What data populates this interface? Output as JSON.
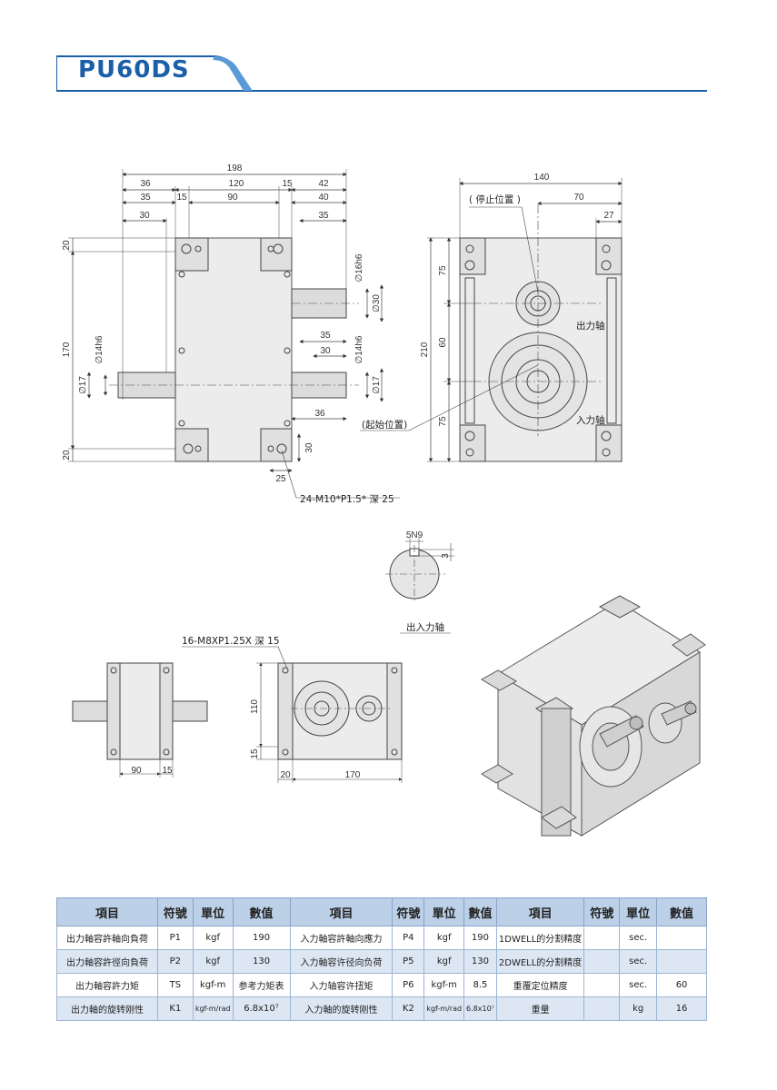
{
  "header": {
    "model": "PU60DS",
    "accent_color": "#1a5fa8"
  },
  "front_view": {
    "dims": {
      "d198": "198",
      "d36": "36",
      "d120": "120",
      "d15a": "15",
      "d42": "42",
      "d35a": "35",
      "d15b": "15",
      "d90": "90",
      "d40": "40",
      "d30a": "30",
      "d35b": "35",
      "d20a": "20",
      "d170": "170",
      "d20b": "20",
      "d16h6": "∅16h6",
      "d30b": "∅30",
      "d14h6a": "∅14h6",
      "d17a": "∅17",
      "d35c": "35",
      "d30c": "30",
      "d14h6b": "∅14h6",
      "d17b": "∅17",
      "d36b": "36",
      "d30d": "30",
      "d25": "25"
    },
    "thread_note": "24-M10*P1.5* 深 25"
  },
  "side_view": {
    "dims": {
      "d140": "140",
      "d70": "70",
      "d27": "27",
      "d75a": "75",
      "d60": "60",
      "d75b": "75",
      "d210": "210"
    },
    "stop_position": "( 停止位置 )",
    "start_position": "(起始位置)",
    "output_shaft": "出力轴",
    "input_shaft": "入力轴"
  },
  "key_detail": {
    "d5n9": "5N9",
    "d3": "3",
    "caption": "出入力轴"
  },
  "bottom_views": {
    "thread_note": "16-M8XP1.25X 深 15",
    "d90": "90",
    "d15a": "15",
    "d110": "110",
    "d15b": "15",
    "d20": "20",
    "d170": "170"
  },
  "spec_table": {
    "headers": [
      "項目",
      "符號",
      "單位",
      "數值",
      "項目",
      "符號",
      "單位",
      "數值",
      "項目",
      "符號",
      "單位",
      "數值"
    ],
    "rows": [
      [
        "出力軸容許軸向負荷",
        "P1",
        "kgf",
        "190",
        "入力軸容許軸向應力",
        "P4",
        "kgf",
        "190",
        "1DWELL的分割精度",
        "",
        "sec.",
        ""
      ],
      [
        "出力軸容許徑向負荷",
        "P2",
        "kgf",
        "130",
        "入力軸容许径向负荷",
        "P5",
        "kgf",
        "130",
        "2DWELL的分割精度",
        "",
        "sec.",
        ""
      ],
      [
        "出力軸容許力矩",
        "TS",
        "kgf-m",
        "参考力矩表",
        "入力轴容许扭矩",
        "P6",
        "kgf-m",
        "8.5",
        "重覆定位精度",
        "",
        "sec.",
        "60"
      ],
      [
        "出力軸的旋转刚性",
        "K1",
        "kgf-m/rad",
        "6.8x10⁷",
        "入力軸的旋转刚性",
        "K2",
        "kgf-m/rad",
        "6.8x10⁷",
        "重量",
        "",
        "kg",
        "16"
      ]
    ]
  }
}
